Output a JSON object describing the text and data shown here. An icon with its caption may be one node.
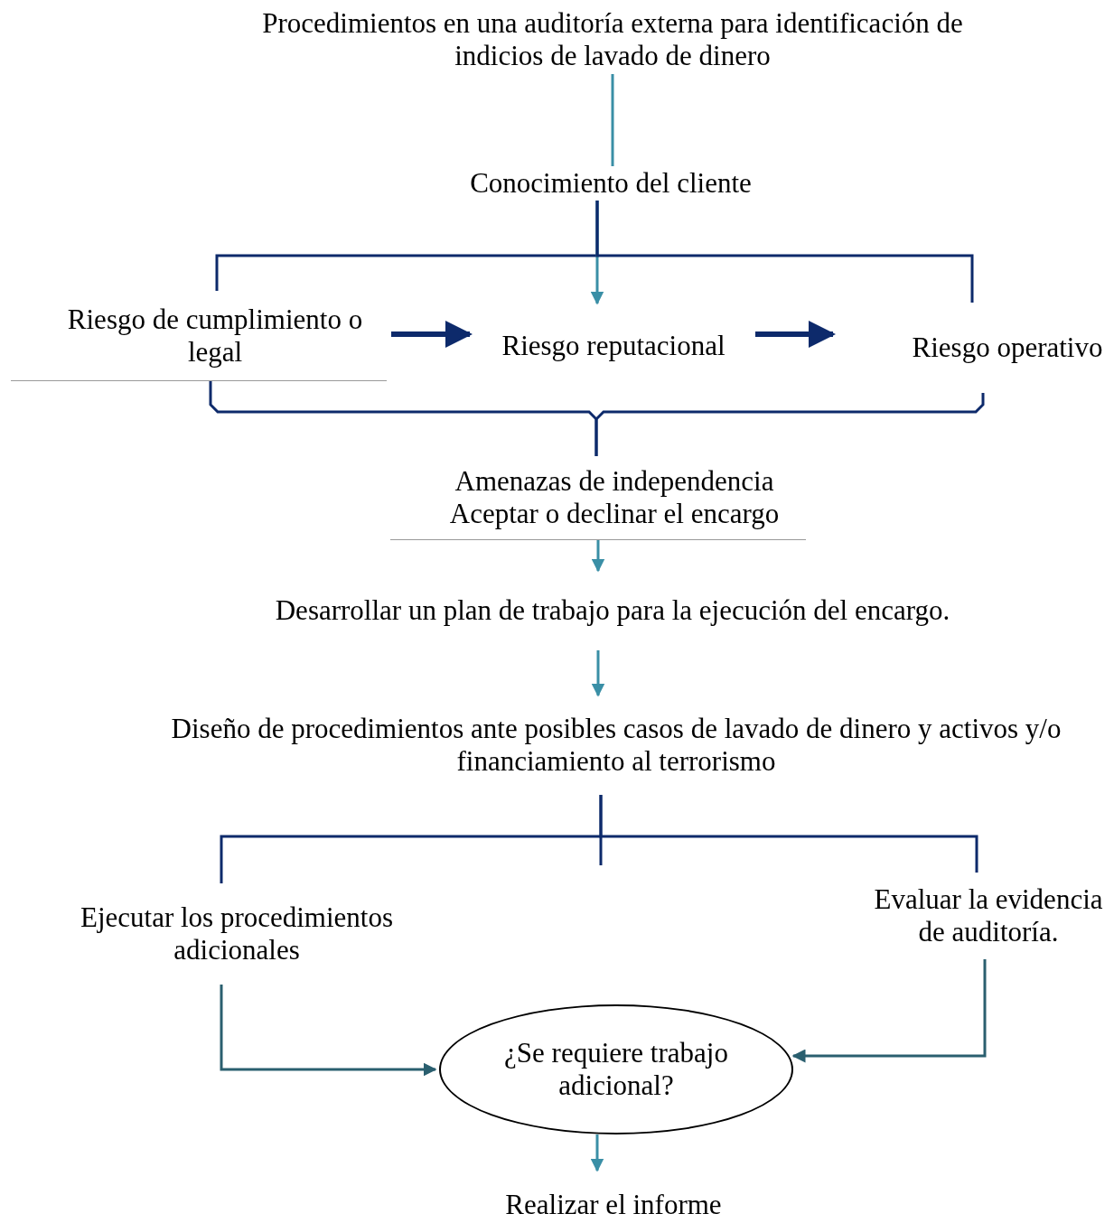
{
  "diagram": {
    "nodes": [
      {
        "text": [
          "Procedimientos en una auditoría externa para identificación de indicios de lavado de dinero"
        ]
      },
      {
        "text": [
          "Conocimiento del cliente"
        ]
      },
      {
        "text": [
          "Riesgo de cumplimiento o legal"
        ]
      },
      {
        "text": [
          "Riesgo reputacional"
        ]
      },
      {
        "text": [
          "Riesgo operativo"
        ]
      },
      {
        "text": [
          "Amenazas de independencia",
          "Aceptar o declinar el encargo"
        ]
      },
      {
        "text": [
          "Desarrollar un plan de trabajo para la ejecución del encargo."
        ]
      },
      {
        "text": [
          "Diseño de procedimientos ante posibles casos de lavado de dinero y activos y/o financiamiento al terrorismo"
        ]
      },
      {
        "text": [
          "Ejecutar los procedimientos adicionales"
        ]
      },
      {
        "text": [
          "Evaluar la evidencia de auditoría."
        ]
      },
      {
        "text": [
          "¿Se requiere trabajo adicional?"
        ]
      },
      {
        "text": [
          "Realizar el informe"
        ]
      }
    ],
    "edges": [
      {
        "from": 0,
        "to": 1,
        "arrow": "none",
        "color": "#3a8fa6"
      },
      {
        "from": 1,
        "to": 2,
        "arrow": "none"
      },
      {
        "from": 1,
        "to": 3,
        "arrow": "to",
        "color": "#3a8fa6"
      },
      {
        "from": 1,
        "to": 4,
        "arrow": "none"
      },
      {
        "from": 2,
        "to": 3,
        "arrow": "to",
        "style": "thick"
      },
      {
        "from": 3,
        "to": 4,
        "arrow": "to",
        "style": "thick"
      },
      {
        "from": 2,
        "to": 5,
        "arrow": "none"
      },
      {
        "from": 4,
        "to": 5,
        "arrow": "none"
      },
      {
        "from": 5,
        "to": 6,
        "arrow": "to",
        "color": "#3a8fa6"
      },
      {
        "from": 6,
        "to": 7,
        "arrow": "to",
        "color": "#3a8fa6"
      },
      {
        "from": 7,
        "to": 8,
        "arrow": "none"
      },
      {
        "from": 7,
        "to": 9,
        "arrow": "none"
      },
      {
        "from": 8,
        "to": 10,
        "arrow": "to",
        "color": "#2a5f6f"
      },
      {
        "from": 9,
        "to": 10,
        "arrow": "to",
        "color": "#2a5f6f"
      },
      {
        "from": 10,
        "to": 11,
        "arrow": "to",
        "color": "#3a8fa6"
      }
    ]
  }
}
